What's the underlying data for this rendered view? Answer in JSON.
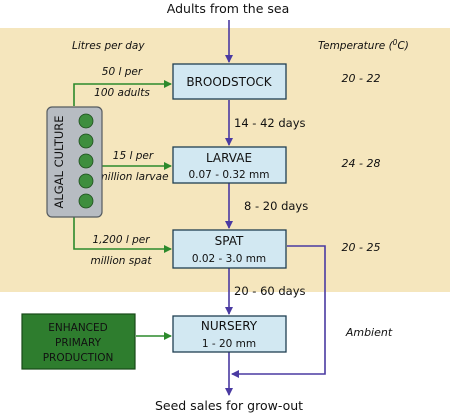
{
  "colors": {
    "background_band": "#f5e6bd",
    "stage_box_fill": "#d2e8f2",
    "stage_box_stroke": "#1f3f52",
    "flow_arrow": "#4a3aa2",
    "feed_arrow": "#2c8a2c",
    "algae_panel": "#b7bcc2",
    "algae_dot": "#3e8e3e",
    "enhanced_box": "#2e7d2e"
  },
  "header": {
    "source_label": "Adults from the sea",
    "feed_header": "Litres per day",
    "temp_header_prefix": "Temperature (",
    "temp_header_sup": "0",
    "temp_header_suffix": "C)"
  },
  "algal_culture": {
    "label": "ALGAL CULTURE",
    "dot_count": 5
  },
  "stages": [
    {
      "name": "BROODSTOCK",
      "size": "",
      "temperature": "20 - 22",
      "feed_line1": "50 l per",
      "feed_line2": "100 adults"
    },
    {
      "name": "LARVAE",
      "size": "0.07 - 0.32 mm",
      "temperature": "24 - 28",
      "feed_line1": "15 l per",
      "feed_line2": "million larvae"
    },
    {
      "name": "SPAT",
      "size": "0.02 - 3.0 mm",
      "temperature": "20 - 25",
      "feed_line1": "1,200 l per",
      "feed_line2": "million spat"
    },
    {
      "name": "NURSERY",
      "size": "1 - 20 mm",
      "temperature": "Ambient",
      "feed_line1": "",
      "feed_line2": ""
    }
  ],
  "durations": [
    "14 - 42 days",
    "8 - 20 days",
    "20 - 60 days"
  ],
  "enhanced": {
    "line1": "ENHANCED",
    "line2": "PRIMARY",
    "line3": "PRODUCTION"
  },
  "footer": {
    "sink_label": "Seed sales for grow-out"
  }
}
